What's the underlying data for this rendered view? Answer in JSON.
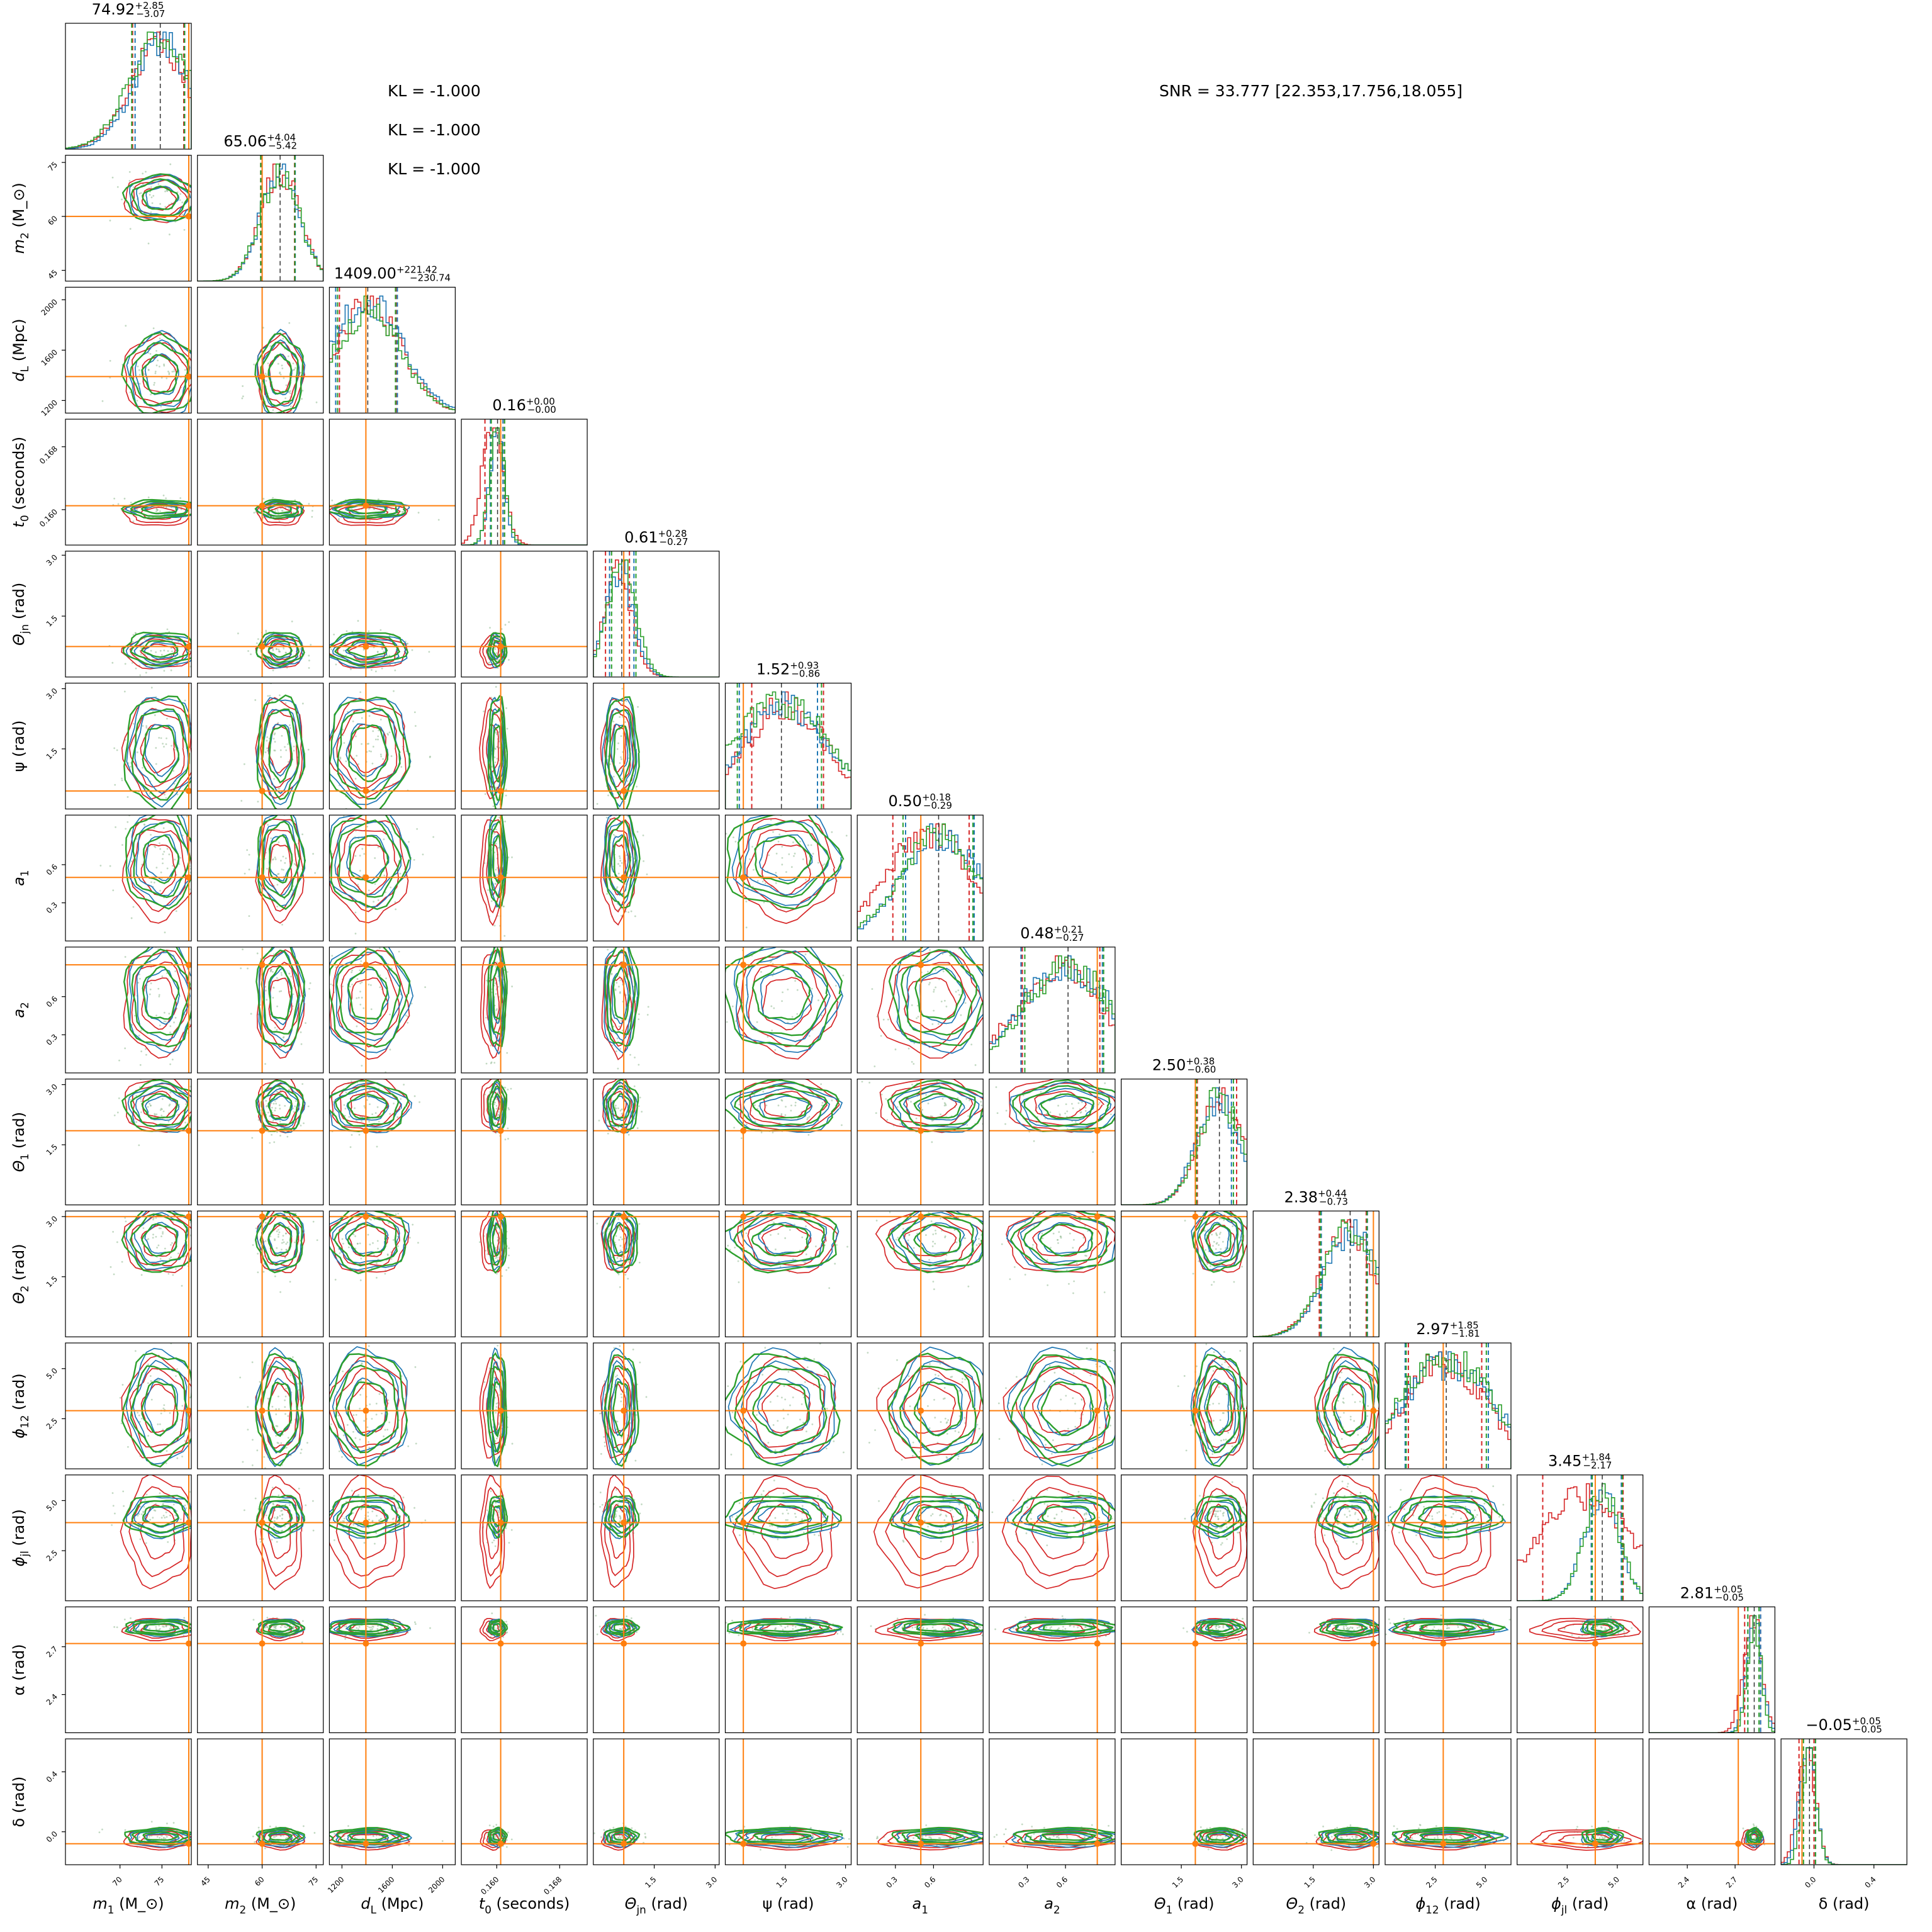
{
  "chart_data": {
    "type": "corner",
    "parameters": [
      {
        "label": "m_1 (M_⊙)",
        "latex": "m1",
        "range": [
          63.5,
          78.5
        ],
        "ticks": [
          70,
          75
        ],
        "tick_labels": [
          "70",
          "75"
        ],
        "injection": 78.2,
        "summary": {
          "median": "74.92",
          "plus": "+2.85",
          "minus": "−3.07"
        },
        "quantiles": {
          "red": [
            71.5,
            74.6,
            77.6
          ],
          "blue": [
            71.8,
            75.0,
            77.7
          ],
          "green": [
            71.4,
            74.8,
            77.7
          ]
        }
      },
      {
        "label": "m_2 (M_⊙)",
        "latex": "m2",
        "range": [
          42,
          77
        ],
        "ticks": [
          45,
          60,
          75
        ],
        "tick_labels": [
          "45",
          "60",
          "75"
        ],
        "injection": 60,
        "summary": {
          "median": "65.06",
          "plus": "+4.04",
          "minus": "−5.42"
        },
        "quantiles": {
          "red": [
            59.6,
            65.0,
            69.0
          ],
          "blue": [
            59.8,
            65.1,
            69.2
          ],
          "green": [
            59.6,
            65.0,
            69.1
          ]
        }
      },
      {
        "label": "d_L (Mpc)",
        "latex": "dL",
        "range": [
          1100,
          2100
        ],
        "ticks": [
          1200,
          1600,
          2000
        ],
        "tick_labels": [
          "1200",
          "1600",
          "2000"
        ],
        "injection": 1390,
        "summary": {
          "median": "1409.00",
          "plus": "+221.42",
          "minus": "−230.74"
        },
        "quantiles": {
          "red": [
            1180,
            1410,
            1630
          ],
          "blue": [
            1150,
            1400,
            1640
          ],
          "green": [
            1165,
            1405,
            1625
          ]
        }
      },
      {
        "label": "t_0 (seconds)",
        "latex": "t0",
        "range": [
          0.1555,
          0.1715
        ],
        "ticks": [
          0.16,
          0.168
        ],
        "tick_labels": [
          "0.160",
          "0.168"
        ],
        "injection": 0.1605,
        "summary": {
          "median": "0.16",
          "plus": "+0.00",
          "minus": "−0.00"
        },
        "quantiles": {
          "red": [
            0.1585,
            0.1595,
            0.1608
          ],
          "blue": [
            0.1592,
            0.16,
            0.1608
          ],
          "green": [
            0.1593,
            0.1601,
            0.161
          ]
        }
      },
      {
        "label": "Θ_jn (rad)",
        "latex": "thetajn",
        "range": [
          0.0,
          3.1
        ],
        "ticks": [
          1.5,
          3.0
        ],
        "tick_labels": [
          "1.5",
          "3.0"
        ],
        "injection": 0.75,
        "summary": {
          "median": "0.61",
          "plus": "+0.28",
          "minus": "−0.27"
        },
        "quantiles": {
          "red": [
            0.3,
            0.61,
            0.89
          ],
          "blue": [
            0.4,
            0.65,
            1.0
          ],
          "green": [
            0.45,
            0.7,
            1.05
          ]
        }
      },
      {
        "label": "ψ (rad)",
        "latex": "psi",
        "range": [
          0.0,
          3.14
        ],
        "ticks": [
          1.5,
          3.0
        ],
        "tick_labels": [
          "1.5",
          "3.0"
        ],
        "injection": 0.45,
        "summary": {
          "median": "1.52",
          "plus": "+0.93",
          "minus": "−0.86"
        },
        "quantiles": {
          "red": [
            0.66,
            1.52,
            2.45
          ],
          "blue": [
            0.35,
            1.5,
            2.3
          ],
          "green": [
            0.3,
            1.4,
            2.4
          ]
        }
      },
      {
        "label": "a_1",
        "latex": "a1",
        "range": [
          0.0,
          0.99
        ],
        "ticks": [
          0.3,
          0.6
        ],
        "tick_labels": [
          "0.3",
          "0.6"
        ],
        "injection": 0.5,
        "summary": {
          "median": "0.50",
          "plus": "+0.18",
          "minus": "−0.29"
        },
        "quantiles": {
          "red": [
            0.28,
            0.57,
            0.88
          ],
          "blue": [
            0.38,
            0.66,
            0.92
          ],
          "green": [
            0.36,
            0.64,
            0.91
          ]
        }
      },
      {
        "label": "a_2",
        "latex": "a2",
        "range": [
          0.0,
          0.99
        ],
        "ticks": [
          0.3,
          0.6
        ],
        "tick_labels": [
          "0.3",
          "0.6"
        ],
        "injection": 0.85,
        "summary": {
          "median": "0.48",
          "plus": "+0.21",
          "minus": "−0.27"
        },
        "quantiles": {
          "red": [
            0.26,
            0.55,
            0.87
          ],
          "blue": [
            0.25,
            0.6,
            0.89
          ],
          "green": [
            0.28,
            0.62,
            0.9
          ]
        }
      },
      {
        "label": "Θ_1 (rad)",
        "latex": "theta1",
        "range": [
          0.0,
          3.14
        ],
        "ticks": [
          1.5,
          3.0
        ],
        "tick_labels": [
          "1.5",
          "3.0"
        ],
        "injection": 1.85,
        "summary": {
          "median": "2.50",
          "plus": "+0.38",
          "minus": "−0.60"
        },
        "quantiles": {
          "red": [
            1.9,
            2.5,
            2.88
          ],
          "blue": [
            1.85,
            2.4,
            2.75
          ],
          "green": [
            1.88,
            2.45,
            2.8
          ]
        }
      },
      {
        "label": "Θ_2 (rad)",
        "latex": "theta2",
        "range": [
          0.0,
          3.14
        ],
        "ticks": [
          1.5,
          3.0
        ],
        "tick_labels": [
          "1.5",
          "3.0"
        ],
        "injection": 3.0,
        "summary": {
          "median": "2.38",
          "plus": "+0.44",
          "minus": "−0.73"
        },
        "quantiles": {
          "red": [
            1.65,
            2.38,
            2.82
          ],
          "blue": [
            1.7,
            2.45,
            2.85
          ],
          "green": [
            1.68,
            2.42,
            2.84
          ]
        }
      },
      {
        "label": "ϕ_12 (rad)",
        "latex": "phi12",
        "range": [
          0.0,
          6.28
        ],
        "ticks": [
          2.5,
          5.0
        ],
        "tick_labels": [
          "2.5",
          "5.0"
        ],
        "injection": 2.9,
        "summary": {
          "median": "2.97",
          "plus": "+1.85",
          "minus": "−1.81"
        },
        "quantiles": {
          "red": [
            1.16,
            2.97,
            4.82
          ],
          "blue": [
            1.0,
            3.1,
            5.15
          ],
          "green": [
            1.05,
            3.05,
            5.05
          ]
        }
      },
      {
        "label": "ϕ_jl (rad)",
        "latex": "phijl",
        "range": [
          0.0,
          6.28
        ],
        "ticks": [
          2.5,
          5.0
        ],
        "tick_labels": [
          "2.5",
          "5.0"
        ],
        "injection": 3.9,
        "summary": {
          "median": "3.45",
          "plus": "+1.84",
          "minus": "−2.17"
        },
        "quantiles": {
          "red": [
            1.28,
            3.45,
            5.29
          ],
          "blue": [
            3.7,
            4.2,
            5.2
          ],
          "green": [
            3.75,
            4.25,
            5.25
          ]
        }
      },
      {
        "label": "α (rad)",
        "latex": "alpha",
        "range": [
          2.16,
          2.95
        ],
        "ticks": [
          2.4,
          2.7
        ],
        "tick_labels": [
          "2.4",
          "2.7"
        ],
        "injection": 2.72,
        "summary": {
          "median": "2.81",
          "plus": "+0.05",
          "minus": "−0.05"
        },
        "quantiles": {
          "red": [
            2.76,
            2.81,
            2.86
          ],
          "blue": [
            2.78,
            2.82,
            2.86
          ],
          "green": [
            2.78,
            2.82,
            2.85
          ]
        }
      },
      {
        "label": "δ (rad)",
        "latex": "delta",
        "range": [
          -0.22,
          0.62
        ],
        "ticks": [
          0.0,
          0.4
        ],
        "tick_labels": [
          "0.0",
          "0.4"
        ],
        "injection": -0.08,
        "summary": {
          "median": "−0.05",
          "plus": "+0.05",
          "minus": "−0.05"
        },
        "quantiles": {
          "red": [
            -0.1,
            -0.05,
            0.0
          ],
          "blue": [
            -0.08,
            -0.04,
            0.01
          ],
          "green": [
            -0.07,
            -0.03,
            0.01
          ]
        }
      }
    ],
    "series": [
      {
        "name": "",
        "color": "#d62728"
      },
      {
        "name": "",
        "color": "#1f77b4"
      },
      {
        "name": "",
        "color": "#2ca02c"
      }
    ],
    "injection_color": "#ff7f0e",
    "tick_labels_y": {
      "1": [
        "45",
        "60",
        "75"
      ],
      "2": [
        "1200",
        "1600",
        "2000"
      ],
      "3": [
        "0.160",
        "0.168"
      ],
      "4": [
        "1.5",
        "3.0"
      ],
      "5": [
        "1.5",
        "3.0"
      ],
      "6": [
        "0.3",
        "0.6"
      ],
      "7": [
        "0.3",
        "0.6"
      ],
      "8": [
        "1.5",
        "3.0"
      ],
      "9": [
        "1.5",
        "3.0"
      ],
      "10": [
        "2.5",
        "5.0"
      ],
      "11": [
        "2.5",
        "5.0"
      ],
      "12": [
        "2.4",
        "2.7"
      ],
      "13": [
        "0.0",
        "0.4"
      ]
    }
  },
  "annotations": {
    "kl": [
      "KL = -1.000",
      "KL = -1.000",
      "KL = -1.000"
    ],
    "snr": "SNR = 33.777 [22.353,17.756,18.055]"
  }
}
